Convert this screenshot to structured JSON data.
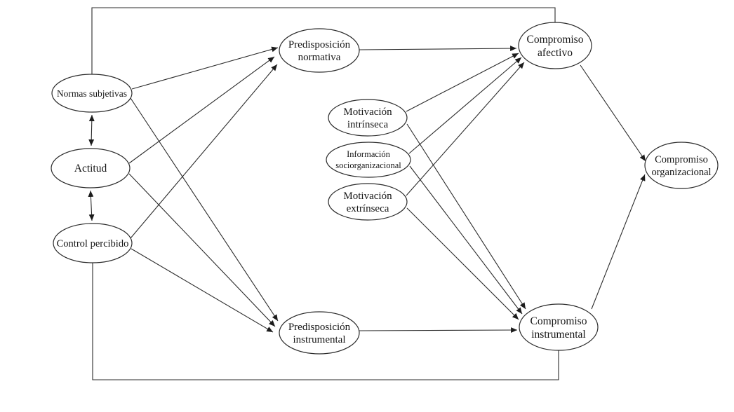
{
  "diagram": {
    "title": "Path model of organizational commitment",
    "background_color": "#ffffff",
    "line_color": "#2b2b2b",
    "node_fill_color": "#ffffff",
    "nodes": {
      "normas_subjetivas": {
        "lines": [
          "Normas subjetivas"
        ]
      },
      "actitud": {
        "lines": [
          "Actitud"
        ]
      },
      "control_percibido": {
        "lines": [
          "Control percibido"
        ]
      },
      "predisposicion_normativa": {
        "lines": [
          "Predisposición",
          "normativa"
        ]
      },
      "predisposicion_instrumental": {
        "lines": [
          "Predisposición",
          "instrumental"
        ]
      },
      "motivacion_intrinseca": {
        "lines": [
          "Motivación",
          "intrínseca"
        ]
      },
      "informacion_sociorganizacional": {
        "lines": [
          "Información",
          "sociorganizacional"
        ]
      },
      "motivacion_extrinseca": {
        "lines": [
          "Motivación",
          "extrínseca"
        ]
      },
      "compromiso_afectivo": {
        "lines": [
          "Compromiso",
          "afectivo"
        ]
      },
      "compromiso_instrumental": {
        "lines": [
          "Compromiso",
          "instrumental"
        ]
      },
      "compromiso_organizacional": {
        "lines": [
          "Compromiso",
          "organizacional"
        ]
      }
    },
    "edges": [
      "Normas subjetivas → Predisposición normativa",
      "Actitud → Predisposición normativa",
      "Control percibido → Predisposición normativa",
      "Normas subjetivas → Predisposición instrumental",
      "Actitud → Predisposición instrumental",
      "Control percibido → Predisposición instrumental",
      "Predisposición normativa → Compromiso afectivo",
      "Predisposición instrumental → Compromiso instrumental",
      "Motivación intrínseca → Compromiso afectivo",
      "Información sociorganizacional → Compromiso afectivo",
      "Motivación extrínseca → Compromiso afectivo",
      "Motivación intrínseca → Compromiso instrumental",
      "Información sociorganizacional → Compromiso instrumental",
      "Motivación extrínseca → Compromiso instrumental",
      "Compromiso afectivo → Compromiso organizacional",
      "Compromiso instrumental → Compromiso organizacional",
      "Normas subjetivas ↔ Actitud",
      "Actitud ↔ Control percibido",
      "Compromiso afectivo — Normas subjetivas (loop via top border)",
      "Compromiso instrumental — Control percibido (loop via bottom border)"
    ]
  }
}
